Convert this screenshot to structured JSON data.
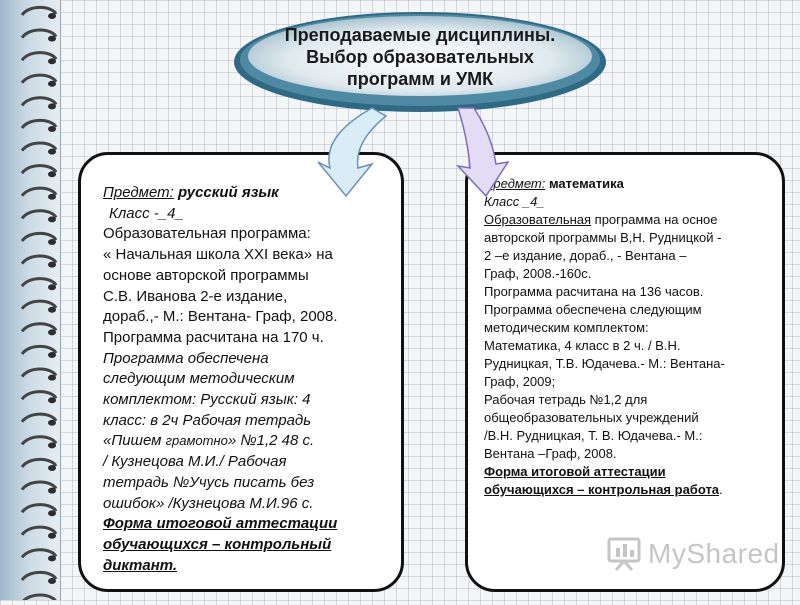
{
  "title": {
    "line1": "Преподаваемые дисциплины.",
    "line2": "Выбор образовательных",
    "line3": "программ и УМК"
  },
  "left_card": {
    "subject_label": "Предмет:",
    "subject_value": " русский язык",
    "class": "Класс -_4_",
    "program_label": "Образовательная программа:",
    "program_line1": "« Начальная школа XXI века» на",
    "program_line2": "основе  авторской программы",
    "program_line3": "С.В. Иванова  2-е издание,",
    "program_line4": "дораб.,- М.: Вентана- Граф, 2008.",
    "hours": "Программа расчитана на 170 ч.",
    "kit_line1": "Программа обеспечена",
    "kit_line2": "следующим методическим",
    "kit_line3": "комплектом: Русский язык: 4",
    "kit_line4": "класс: в 2ч Рабочая тетрадь",
    "kit_line5a": "«Пишем ",
    "kit_line5b": "грамотно",
    "kit_line5c": "» №1,2 48 с.",
    "kit_line6": "/ Кузнецова М.И./  Рабочая",
    "kit_line7": "тетрадь №Учусь писать без",
    "kit_line8": "ошибок» /Кузнецова М.И.96 с.",
    "final_line1": "Форма итоговой аттестации",
    "final_line2": "обучающихся – контрольный",
    "final_line3": "диктант."
  },
  "right_card": {
    "subject_label": "Предмет:",
    "subject_value": " математика",
    "class": "Класс _4_",
    "program_word": "Образовательная",
    "program_rest": " программа на осное",
    "line2": "авторской программы В,Н. Рудницкой -",
    "line3": "2 –е  издание, дораб., - Вентана –",
    "line4": "Граф, 2008.-160с.",
    "line5": "Программа расчитана на 136 часов.",
    "line6": "Программа обеспечена следующим",
    "line7": "методическим комплектом:",
    "line8": "Математика, 4 класс в 2 ч. / В.Н.",
    "line9": "Рудницкая, Т.В. Юдачева.- М.: Вентана-",
    "line10": "Граф, 2009;",
    "line11": "Рабочая тетрадь №1,2 для",
    "line12": "общеобразовательных учреждений",
    "line13": "/В.Н. Рудницкая, Т. В. Юдачева.- М.:",
    "line14": "Вентана –Граф, 2008.",
    "final_line1": "Форма итоговой аттестации",
    "final_line2": "обучающихся – контрольная работа",
    "final_dot": "."
  },
  "watermark": {
    "text": "MyShared"
  },
  "colors": {
    "ellipse_outer": "#3f7a94",
    "ellipse_inner": "#e8f0f4",
    "arrow_fill": "#d9edf7",
    "arrow_right_fill": "#e4dcf5"
  }
}
